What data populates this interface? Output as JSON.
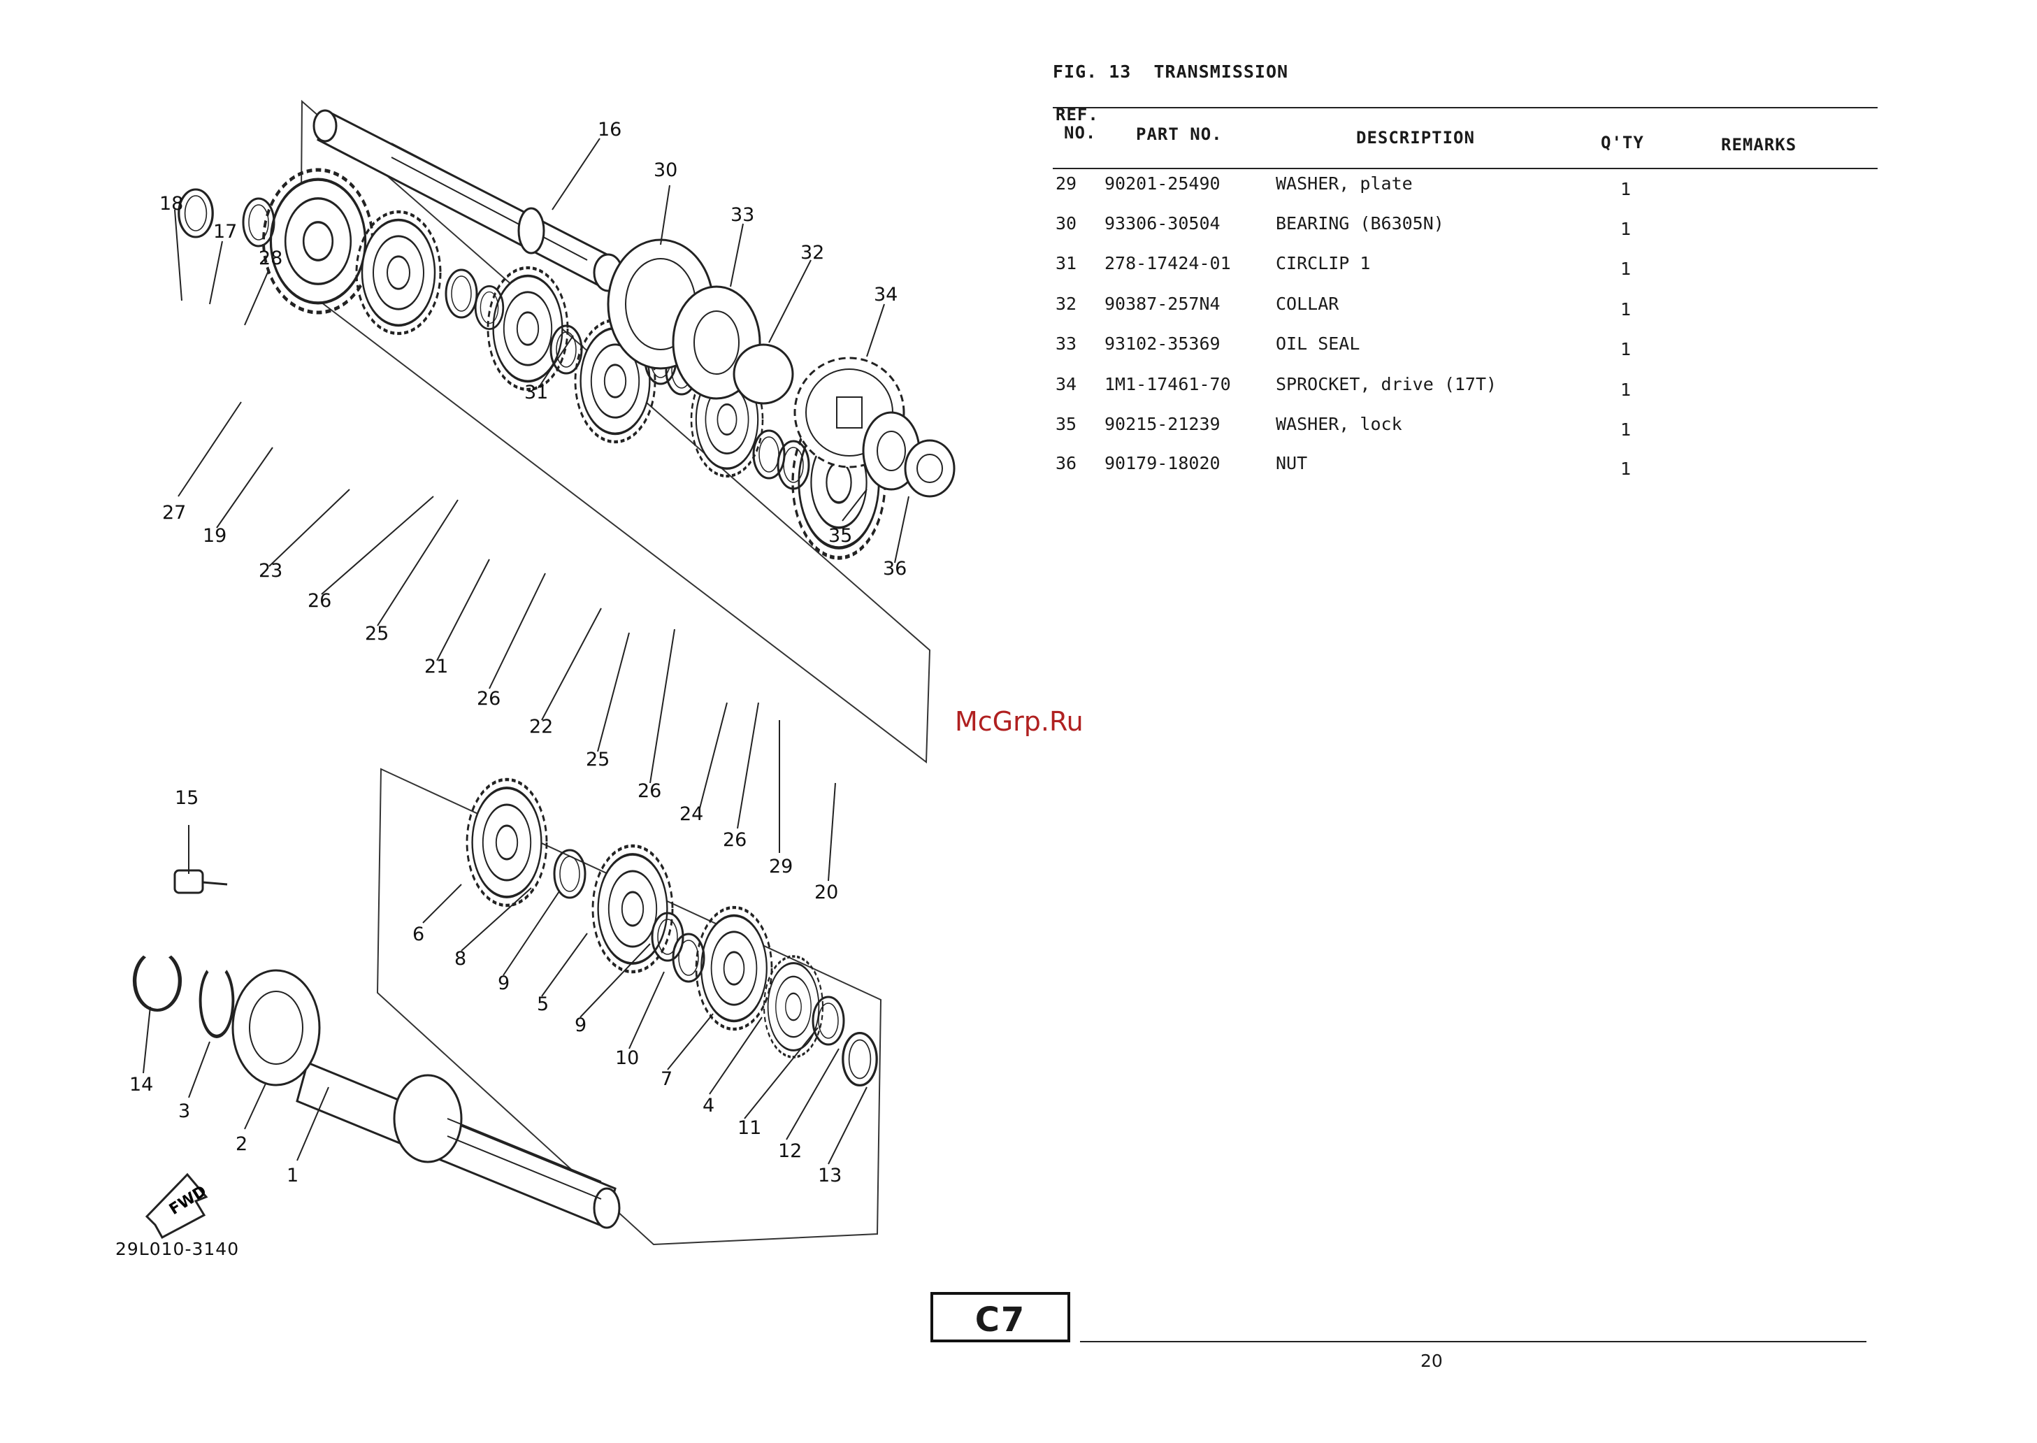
{
  "figure": {
    "number": "FIG. 13",
    "title": "TRANSMISSION"
  },
  "table": {
    "headers": {
      "ref_line1": "REF.",
      "ref_line2": "NO.",
      "part_no": "PART NO.",
      "description": "DESCRIPTION",
      "qty": "Q'TY",
      "remarks": "REMARKS"
    },
    "rows": [
      {
        "ref": "29",
        "part_no": "90201-25490",
        "description": "WASHER, plate",
        "qty": "1",
        "remarks": ""
      },
      {
        "ref": "30",
        "part_no": "93306-30504",
        "description": "BEARING (B6305N)",
        "qty": "1",
        "remarks": ""
      },
      {
        "ref": "31",
        "part_no": "278-17424-01",
        "description": "CIRCLIP 1",
        "qty": "1",
        "remarks": ""
      },
      {
        "ref": "32",
        "part_no": "90387-257N4",
        "description": "COLLAR",
        "qty": "1",
        "remarks": ""
      },
      {
        "ref": "33",
        "part_no": "93102-35369",
        "description": "OIL SEAL",
        "qty": "1",
        "remarks": ""
      },
      {
        "ref": "34",
        "part_no": "1M1-17461-70",
        "description": "SPROCKET, drive (17T)",
        "qty": "1",
        "remarks": ""
      },
      {
        "ref": "35",
        "part_no": "90215-21239",
        "description": "WASHER, lock",
        "qty": "1",
        "remarks": ""
      },
      {
        "ref": "36",
        "part_no": "90179-18020",
        "description": "NUT",
        "qty": "1",
        "remarks": ""
      }
    ]
  },
  "diagram": {
    "drawing_code": "29L010-3140",
    "fwd_label": "FWD",
    "callouts": [
      "16",
      "30",
      "33",
      "32",
      "34",
      "31",
      "35",
      "36",
      "18",
      "17",
      "28",
      "27",
      "19",
      "23",
      "26",
      "25",
      "21",
      "26",
      "22",
      "25",
      "26",
      "24",
      "26",
      "29",
      "20",
      "15",
      "6",
      "8",
      "9",
      "5",
      "9",
      "10",
      "7",
      "4",
      "11",
      "12",
      "13",
      "14",
      "3",
      "2",
      "1"
    ]
  },
  "watermark": "McGrp.Ru",
  "section": "C7",
  "page_number": "20"
}
